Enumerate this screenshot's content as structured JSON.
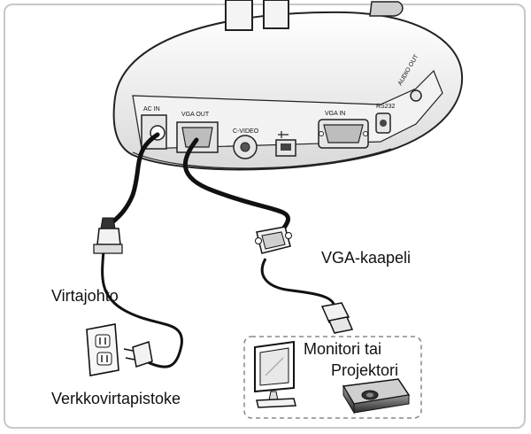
{
  "device_ports": {
    "ac_in": "AC IN",
    "vga_out": "VGA OUT",
    "c_video": "C-VIDEO",
    "vga_in": "VGA IN",
    "rs232": "RS232",
    "audio_out": "AUDIO OUT"
  },
  "labels": {
    "power_cord": "Virtajohto",
    "vga_cable": "VGA-kaapeli",
    "monitor_or": "Monitori tai",
    "projector": "Projektori",
    "wall_outlet": "Verkkovirtapistoke"
  }
}
